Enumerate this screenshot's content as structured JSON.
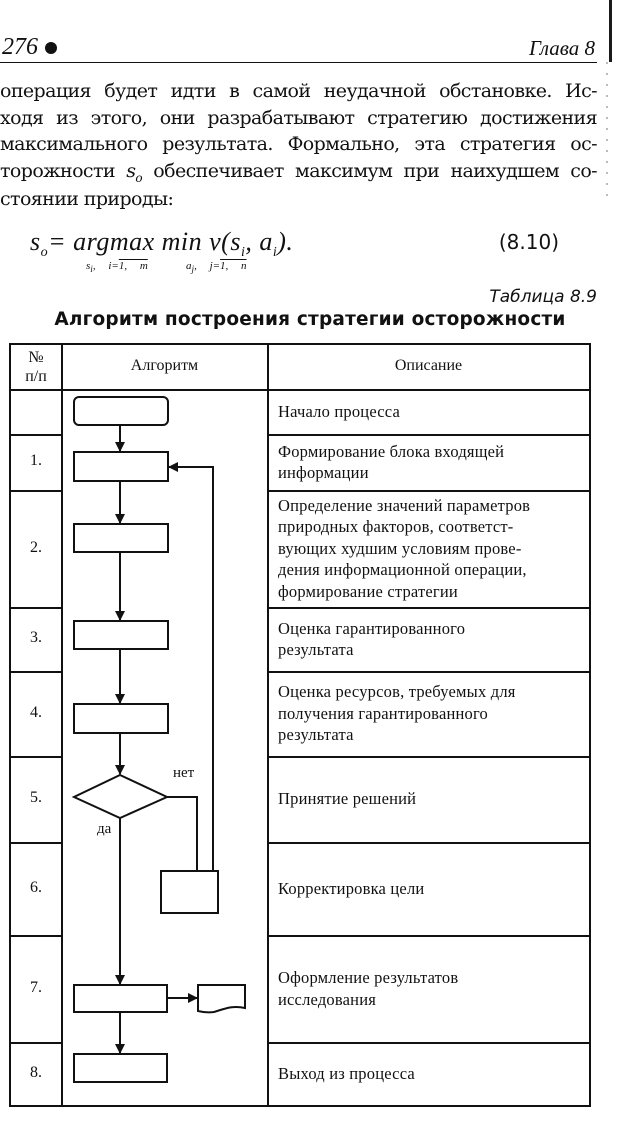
{
  "header": {
    "page_number": "276",
    "chapter": "Глава 8"
  },
  "body": {
    "lines": [
      "операция будет идти в самой неудачной обстановке. Ис-",
      "ходя из этого, они разрабатывают стратегию достижения",
      "максимального результата. Формально, эта стратегия ос-",
      "торожности",
      "стоянии природы:"
    ],
    "line4_symbol": "s",
    "line4_symbol_sub": "o",
    "line4_rest": "обеспечивает максимум при наихудшем со-"
  },
  "formula": {
    "lhs": "s",
    "lhs_sub": "o",
    "expression": "= argmax  min  v(s",
    "expr_sub_i": "i",
    "expr_mid": ", a",
    "expr_sub_i2": "i",
    "expr_end": ").",
    "sub_left_prefix": "s",
    "sub_left_idx": "i",
    "sub_left_cond": ", i=",
    "sub_left_range": "1, m",
    "sub_right_prefix": "a",
    "sub_right_idx": "j",
    "sub_right_cond": ", j=",
    "sub_right_range": "1, n",
    "number": "(8.10)"
  },
  "table": {
    "caption": "Таблица 8.9",
    "title": "Алгоритм построения стратегии осторожности",
    "headers": {
      "number_line1": "№",
      "number_line2": "п/п",
      "algorithm": "Алгоритм",
      "description": "Описание"
    },
    "rows": [
      {
        "number": "",
        "description": [
          "Начало процесса"
        ]
      },
      {
        "number": "1.",
        "description": [
          "Формирование блока входящей",
          "информации"
        ]
      },
      {
        "number": "2.",
        "description": [
          "Определение значений параметров",
          "природных факторов, соответст-",
          "вующих худшим условиям прове-",
          "дения информационной операции,",
          "формирование стратегии"
        ]
      },
      {
        "number": "3.",
        "description": [
          "Оценка гарантированного",
          "результата"
        ]
      },
      {
        "number": "4.",
        "description": [
          "Оценка ресурсов, требуемых для",
          "получения гарантированного",
          "результата"
        ]
      },
      {
        "number": "5.",
        "description": [
          "Принятие решений"
        ]
      },
      {
        "number": "6.",
        "description": [
          "Корректировка цели"
        ]
      },
      {
        "number": "7.",
        "description": [
          "Оформление результатов",
          "исследования"
        ]
      },
      {
        "number": "8.",
        "description": [
          "Выход из процесса"
        ]
      }
    ],
    "flowchart": {
      "decision_no_label": "нет",
      "decision_yes_label": "да"
    }
  }
}
